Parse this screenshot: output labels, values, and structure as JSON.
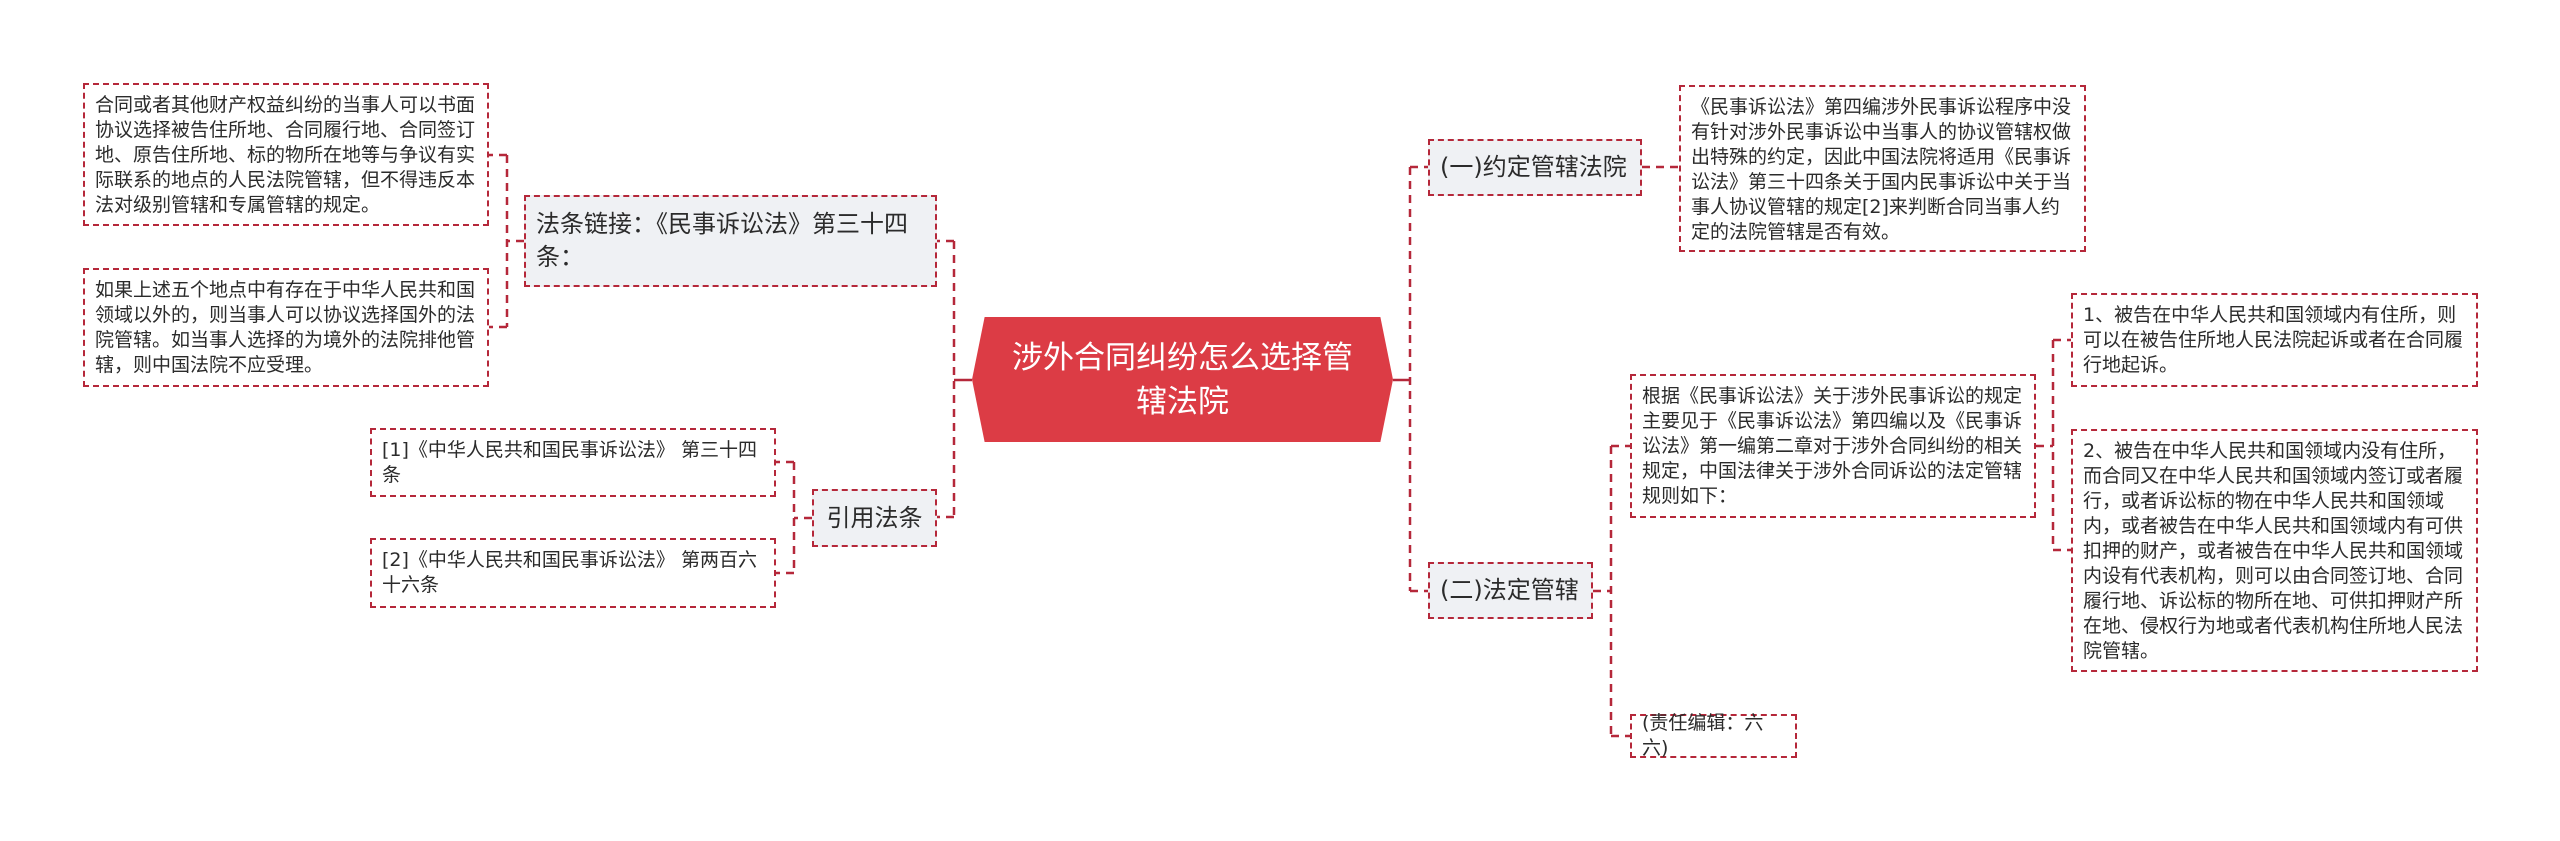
{
  "diagram": {
    "type": "mind-map",
    "colors": {
      "root_fill": "#dc3c45",
      "root_text": "#ffffff",
      "connector": "#b5283a",
      "branch_fill": "#eff1f4",
      "leaf_fill": "#ffffff"
    },
    "root": {
      "label": "涉外合同纠纷怎么选择管辖法院"
    },
    "left": {
      "law_link": {
        "label": "法条链接：《民事诉讼法》第三十四条：",
        "children": [
          "合同或者其他财产权益纠纷的当事人可以书面协议选择被告住所地、合同履行地、合同签订地、原告住所地、标的物所在地等与争议有实际联系的地点的人民法院管辖，但不得违反本法对级别管辖和专属管辖的规定。",
          "如果上述五个地点中有存在于中华人民共和国领域以外的，则当事人可以协议选择国外的法院管辖。如当事人选择的为境外的法院排他管辖，则中国法院不应受理。"
        ]
      },
      "cited_laws": {
        "label": "引用法条",
        "children": [
          "[1]《中华人民共和国民事诉讼法》 第三十四条",
          "[2]《中华人民共和国民事诉讼法》 第两百六十六条"
        ]
      }
    },
    "right": {
      "agreed": {
        "label": "(一)约定管辖法院",
        "children": [
          "《民事诉讼法》第四编涉外民事诉讼程序中没有针对涉外民事诉讼中当事人的协议管辖权做出特殊的约定，因此中国法院将适用《民事诉讼法》第三十四条关于国内民事诉讼中关于当事人协议管辖的规定[2]来判断合同当事人约定的法院管辖是否有效。"
        ]
      },
      "statutory": {
        "label": "(二)法定管辖",
        "intro": {
          "label": "根据《民事诉讼法》关于涉外民事诉讼的规定主要见于《民事诉讼法》第四编以及《民事诉讼法》第一编第二章对于涉外合同纠纷的相关规定，中国法律关于涉外合同诉讼的法定管辖规则如下：",
          "children": [
            "1、被告在中华人民共和国领域内有住所，则可以在被告住所地人民法院起诉或者在合同履行地起诉。",
            "2、被告在中华人民共和国领域内没有住所，而合同又在中华人民共和国领域内签订或者履行，或者诉讼标的物在中华人民共和国领域内，或者被告在中华人民共和国领域内有可供扣押的财产，或者被告在中华人民共和国领域内设有代表机构，则可以由合同签订地、合同履行地、诉讼标的物所在地、可供扣押财产所在地、侵权行为地或者代表机构住所地人民法院管辖。"
          ]
        },
        "editor": "(责任编辑：六六)"
      }
    }
  }
}
